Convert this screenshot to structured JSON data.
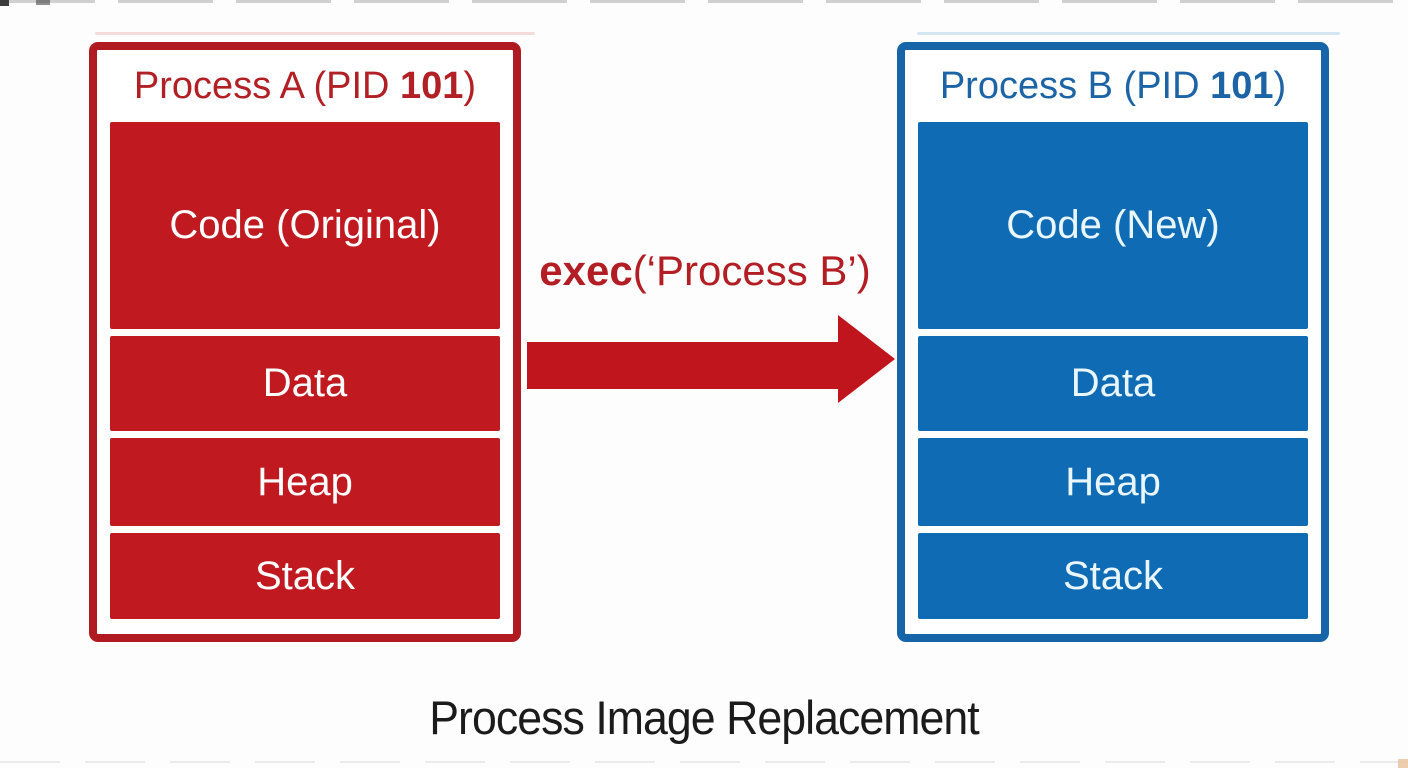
{
  "caption": "Process Image Replacement",
  "arrow": {
    "label_bold": "exec",
    "label_rest": "(‘Process B’)",
    "direction": "right"
  },
  "process_a": {
    "title_prefix": "Process A (PID ",
    "pid": "101",
    "title_suffix": ")",
    "blocks": [
      "Code (Original)",
      "Data",
      "Heap",
      "Stack"
    ]
  },
  "process_b": {
    "title_prefix": "Process B (PID ",
    "pid": "101",
    "title_suffix": ")",
    "blocks": [
      "Code (New)",
      "Data",
      "Heap",
      "Stack"
    ]
  },
  "colors": {
    "red_fill": "#C01A20",
    "red_border": "#B01B21",
    "red_text": "#B22025",
    "blue_fill": "#0F6CB4",
    "blue_border": "#1565A8",
    "blue_text": "#1C64A6",
    "caption_text": "#1B1B1B",
    "block_label_text": "#FFFFFF"
  }
}
